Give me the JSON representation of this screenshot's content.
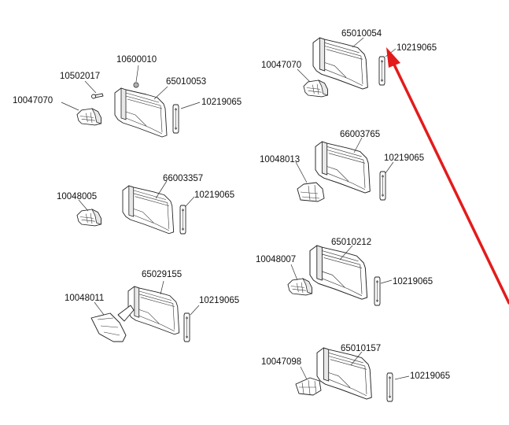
{
  "colors": {
    "arrow": "#e31b1b",
    "line": "#222222",
    "text": "#111111"
  },
  "groups": [
    {
      "id": "g1",
      "labels": [
        {
          "id": "g1-screw",
          "text": "10502017"
        },
        {
          "id": "g1-nut",
          "text": "10600010"
        },
        {
          "id": "g1-housing",
          "text": "65010053"
        },
        {
          "id": "g1-clip",
          "text": "10047070"
        },
        {
          "id": "g1-strip",
          "text": "10219065"
        }
      ]
    },
    {
      "id": "g2",
      "labels": [
        {
          "id": "g2-housing",
          "text": "66003357"
        },
        {
          "id": "g2-clip",
          "text": "10048005"
        },
        {
          "id": "g2-strip",
          "text": "10219065"
        }
      ]
    },
    {
      "id": "g3",
      "labels": [
        {
          "id": "g3-housing",
          "text": "65029155"
        },
        {
          "id": "g3-clip",
          "text": "10048011"
        },
        {
          "id": "g3-strip",
          "text": "10219065"
        }
      ]
    },
    {
      "id": "g4",
      "labels": [
        {
          "id": "g4-housing",
          "text": "65010054"
        },
        {
          "id": "g4-clip",
          "text": "10047070"
        },
        {
          "id": "g4-strip",
          "text": "10219065"
        }
      ]
    },
    {
      "id": "g5",
      "labels": [
        {
          "id": "g5-housing",
          "text": "66003765"
        },
        {
          "id": "g5-clip",
          "text": "10048013"
        },
        {
          "id": "g5-strip",
          "text": "10219065"
        }
      ]
    },
    {
      "id": "g6",
      "labels": [
        {
          "id": "g6-housing",
          "text": "65010212"
        },
        {
          "id": "g6-clip",
          "text": "10048007"
        },
        {
          "id": "g6-strip",
          "text": "10219065"
        }
      ]
    },
    {
      "id": "g7",
      "labels": [
        {
          "id": "g7-housing",
          "text": "65010157"
        },
        {
          "id": "g7-clip",
          "text": "10047098"
        },
        {
          "id": "g7-strip",
          "text": "10219065"
        }
      ]
    }
  ]
}
